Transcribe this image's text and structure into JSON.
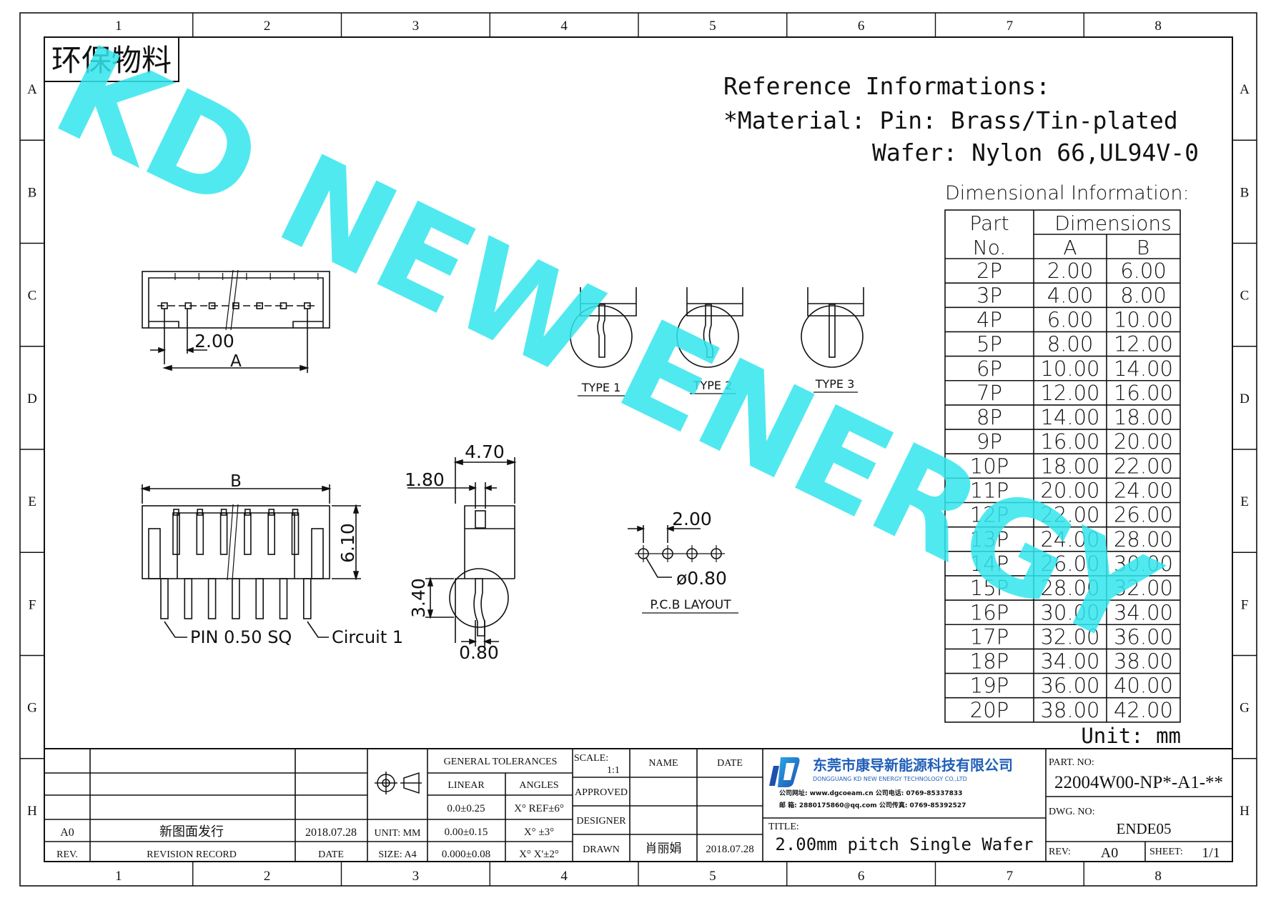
{
  "frame": {
    "columns": [
      "1",
      "2",
      "3",
      "4",
      "5",
      "6",
      "7",
      "8"
    ],
    "rows": [
      "A",
      "B",
      "C",
      "D",
      "E",
      "F",
      "G",
      "H"
    ]
  },
  "eco_label": "环保物料",
  "reference": {
    "title": "Reference Informations:",
    "material_line": "*Material: Pin: Brass/Tin-plated",
    "wafer_line": "Wafer: Nylon 66,UL94V-0"
  },
  "dimensional": {
    "title": "Dimensional Information:",
    "headers": {
      "part": "Part",
      "no": "No.",
      "dimensions": "Dimensions",
      "a": "A",
      "b": "B"
    },
    "rows": [
      [
        "2P",
        "2.00",
        "6.00"
      ],
      [
        "3P",
        "4.00",
        "8.00"
      ],
      [
        "4P",
        "6.00",
        "10.00"
      ],
      [
        "5P",
        "8.00",
        "12.00"
      ],
      [
        "6P",
        "10.00",
        "14.00"
      ],
      [
        "7P",
        "12.00",
        "16.00"
      ],
      [
        "8P",
        "14.00",
        "18.00"
      ],
      [
        "9P",
        "16.00",
        "20.00"
      ],
      [
        "10P",
        "18.00",
        "22.00"
      ],
      [
        "11P",
        "20.00",
        "24.00"
      ],
      [
        "12P",
        "22.00",
        "26.00"
      ],
      [
        "13P",
        "24.00",
        "28.00"
      ],
      [
        "14P",
        "26.00",
        "30.00"
      ],
      [
        "15P",
        "28.00",
        "32.00"
      ],
      [
        "16P",
        "30.00",
        "34.00"
      ],
      [
        "17P",
        "32.00",
        "36.00"
      ],
      [
        "18P",
        "34.00",
        "38.00"
      ],
      [
        "19P",
        "36.00",
        "40.00"
      ],
      [
        "20P",
        "38.00",
        "42.00"
      ]
    ],
    "unit": "Unit: mm"
  },
  "watermark": "KD NEW ENERGY",
  "watermark_color": "#33e6ee",
  "drawing": {
    "pitch": "2.00",
    "dim_a": "A",
    "dim_b": "B",
    "height": "6.10",
    "width": "4.70",
    "offset": "1.80",
    "depth": "3.40",
    "pin_w": "0.80",
    "pin_note": "PIN 0.50 SQ",
    "circuit_note": "Circuit 1",
    "type1": "TYPE 1",
    "type2": "TYPE 2",
    "type3": "TYPE 3",
    "pcb_pitch": "2.00",
    "hole": "ø0.80",
    "pcb_label": "P.C.B LAYOUT"
  },
  "title_block": {
    "rev_code": "A0",
    "rev_desc": "新图面发行",
    "rev_date": "2018.07.28",
    "rev_h": "REV.",
    "record_h": "REVISION RECORD",
    "date_h": "DATE",
    "unit": "UNIT: MM",
    "size": "SIZE: A4",
    "gt_h": "GENERAL TOLERANCES",
    "linear_h": "LINEAR",
    "angles_h": "ANGLES",
    "lin1": "0.0±0.25",
    "lin2": "0.00±0.15",
    "lin3": "0.000±0.08",
    "ang1": "X° REF±6°",
    "ang2": "X° ±3°",
    "ang3": "X° X'±2°",
    "scale_h": "SCALE:",
    "scale_v": "1:1",
    "name_h": "NAME",
    "date2_h": "DATE",
    "approved": "APPROVED",
    "designer": "DESIGNER",
    "drawn": "DRAWN",
    "drawn_name": "肖丽娟",
    "drawn_date": "2018.07.28",
    "company_cn": "东莞市康导新能源科技有限公司",
    "company_en": "DONGGUANG KD NEW ENERGY TECHNOLOGY CO.,LTD",
    "web_line": "公司网址: www.dgcoeam.cn   公司电话: 0769-85337833",
    "mail_line": "邮   箱: 2880175860@qq.com   公司传真: 0769-85392527",
    "title_h": "TITLE:",
    "title_v": "2.00mm pitch Single Wafer",
    "part_h": "PART. NO:",
    "part_v": "22004W00-NP*-A1-**",
    "dwg_h": "DWG. NO:",
    "dwg_v": "ENDE05",
    "rev2_h": "REV:",
    "rev2_v": "A0",
    "sheet_h": "SHEET:",
    "sheet_v": "1/1"
  },
  "brand_color": "#1f5fb8"
}
